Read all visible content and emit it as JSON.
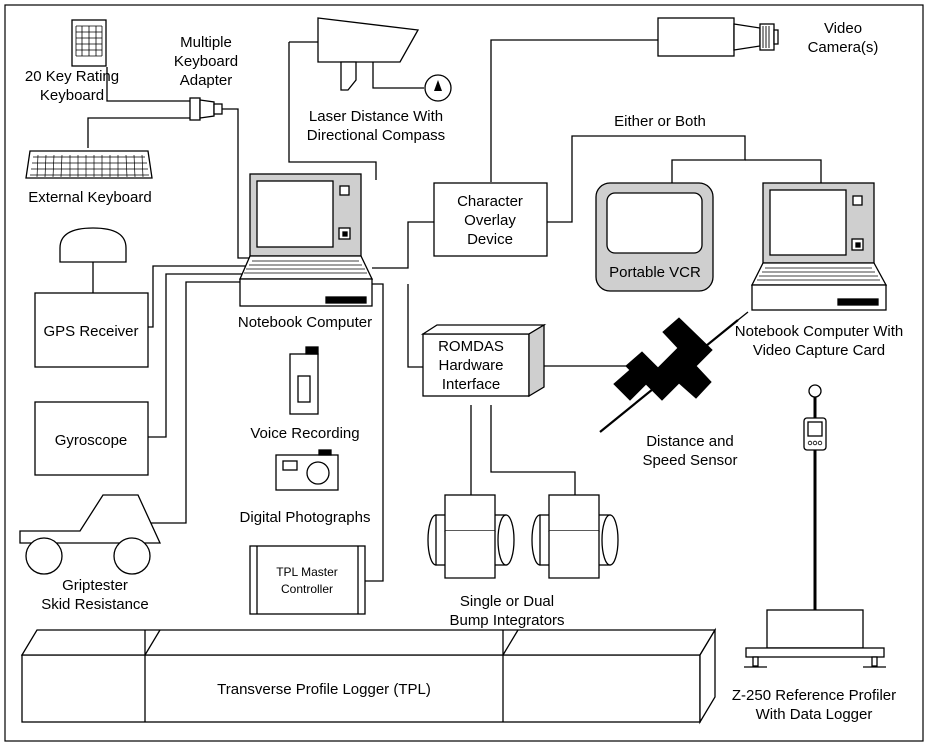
{
  "labels": {
    "rating_keyboard": [
      "20 Key Rating",
      "Keyboard"
    ],
    "keyboard_adapter": [
      "Multiple",
      "Keyboard",
      "Adapter"
    ],
    "external_keyboard": "External Keyboard",
    "laser": [
      "Laser Distance With",
      "Directional Compass"
    ],
    "video_camera": [
      "Video",
      "Camera(s)"
    ],
    "either_or_both": "Either or Both",
    "character_overlay": [
      "Character",
      "Overlay",
      "Device"
    ],
    "portable_vcr": "Portable VCR",
    "notebook_video": [
      "Notebook Computer With",
      "Video Capture Card"
    ],
    "gps_receiver": "GPS Receiver",
    "notebook_computer": "Notebook Computer",
    "romdas": [
      "ROMDAS",
      "Hardware",
      "Interface"
    ],
    "gyroscope": "Gyroscope",
    "voice_recording": "Voice Recording",
    "distance_sensor": [
      "Distance and",
      "Speed Sensor"
    ],
    "digital_photographs": "Digital Photographs",
    "griptester": [
      "Griptester",
      "Skid Resistance"
    ],
    "tpl_master": [
      "TPL Master",
      "Controller"
    ],
    "bump_integrators": [
      "Single or Dual",
      "Bump Integrators"
    ],
    "tpl": "Transverse Profile Logger (TPL)",
    "z250": [
      "Z-250 Reference Profiler",
      "With Data Logger"
    ]
  },
  "colors": {
    "line": "#000000",
    "box_fill": "#ffffff",
    "device_fill": "#cfcfcf",
    "background": "#ffffff"
  }
}
